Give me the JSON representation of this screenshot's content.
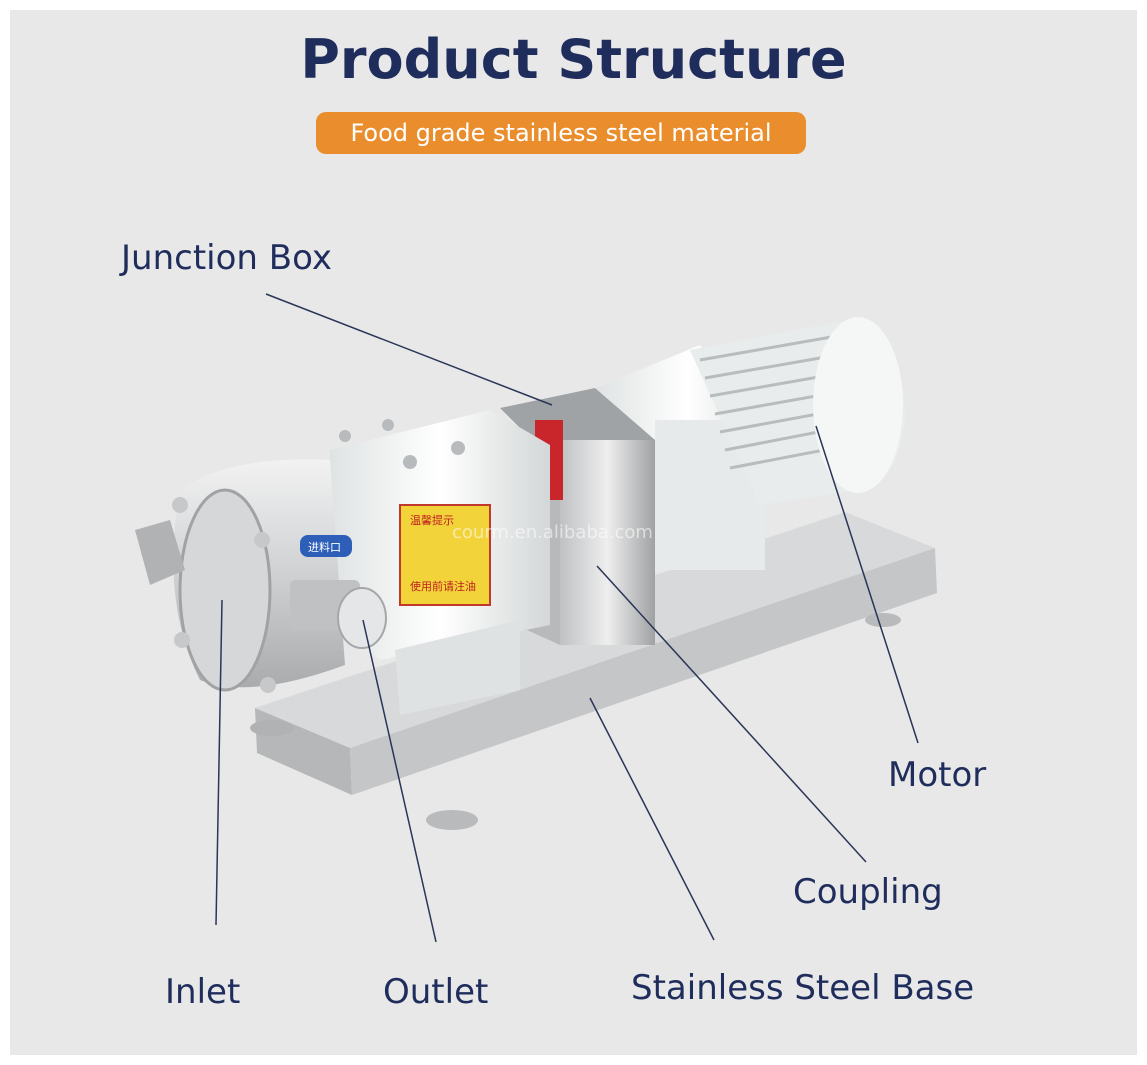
{
  "header": {
    "title": "Product Structure",
    "subtitle": "Food grade stainless steel material"
  },
  "labels": {
    "junction_box": "Junction Box",
    "motor": "Motor",
    "coupling": "Coupling",
    "inlet": "Inlet",
    "outlet": "Outlet",
    "base": "Stainless Steel Base"
  },
  "watermark": "courm.en.alibaba.com",
  "device_text": {
    "warning_title": "温馨提示",
    "warning_footer": "使用前请注油",
    "port_badge": "进料口"
  },
  "colors": {
    "title": "#1f2d5c",
    "accent": "#ea8e2d",
    "background": "#e8e8e8",
    "leader_line": "#2a3557"
  }
}
